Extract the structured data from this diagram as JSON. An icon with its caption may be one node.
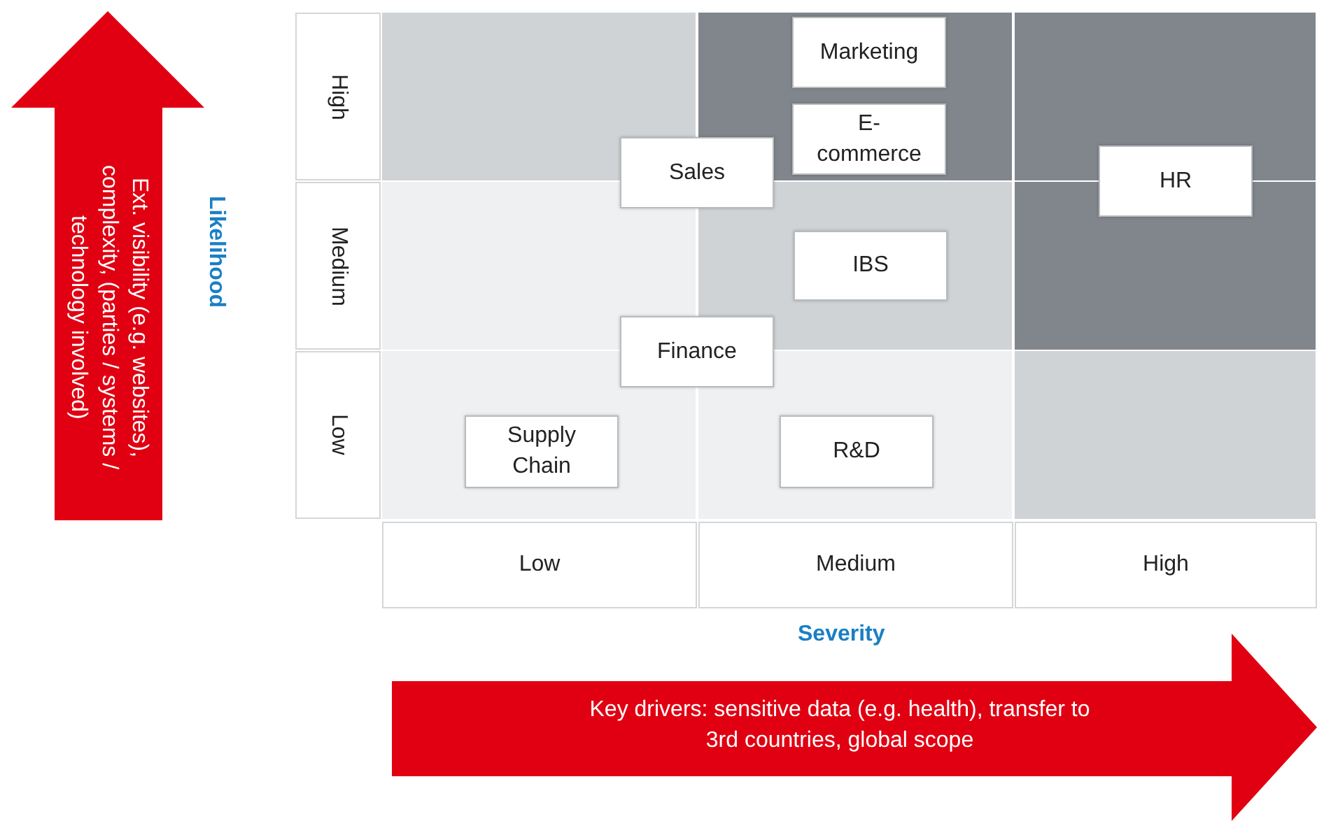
{
  "diagram": {
    "nodes": [
      {
        "text": [
          "Ext. visibility (e.g. websites), complexity, (parties / systems / technology involved)"
        ]
      },
      {
        "text": [
          "Marketing"
        ]
      },
      {
        "text": [
          "E-commerce"
        ]
      },
      {
        "text": [
          "Sales"
        ]
      },
      {
        "text": [
          "HR"
        ]
      },
      {
        "text": [
          "IBS"
        ]
      },
      {
        "text": [
          "Finance"
        ]
      },
      {
        "text": [
          "Supply Chain"
        ]
      },
      {
        "text": [
          "R&D"
        ]
      },
      {
        "text": [
          "Key drivers: sensitive data (e.g. health), transfer to 3rd countries, global scope"
        ]
      }
    ],
    "labels": [
      "Likelihood",
      "High",
      "Medium",
      "Low",
      "Low",
      "Medium",
      "High",
      "Severity"
    ]
  }
}
